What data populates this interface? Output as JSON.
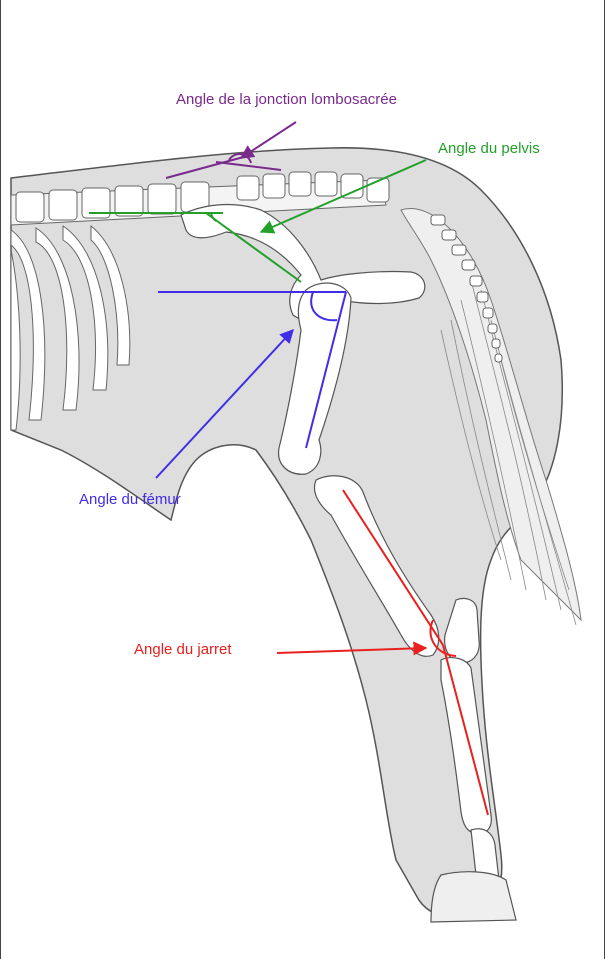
{
  "labels": {
    "lumbosacral": "Angle de la jonction lombosacrée",
    "pelvis": "Angle du pelvis",
    "femur": "Angle du fémur",
    "hock": "Angle du jarret"
  },
  "colors": {
    "lumbosacral": "#7a2a8c",
    "pelvis": "#22a02a",
    "femur": "#3f2ee8",
    "hock": "#e8201e",
    "body_fill": "#dedede",
    "outline": "#555555",
    "bone_fill": "#ffffff"
  },
  "icons": {
    "arrow": "arrowhead-icon"
  }
}
